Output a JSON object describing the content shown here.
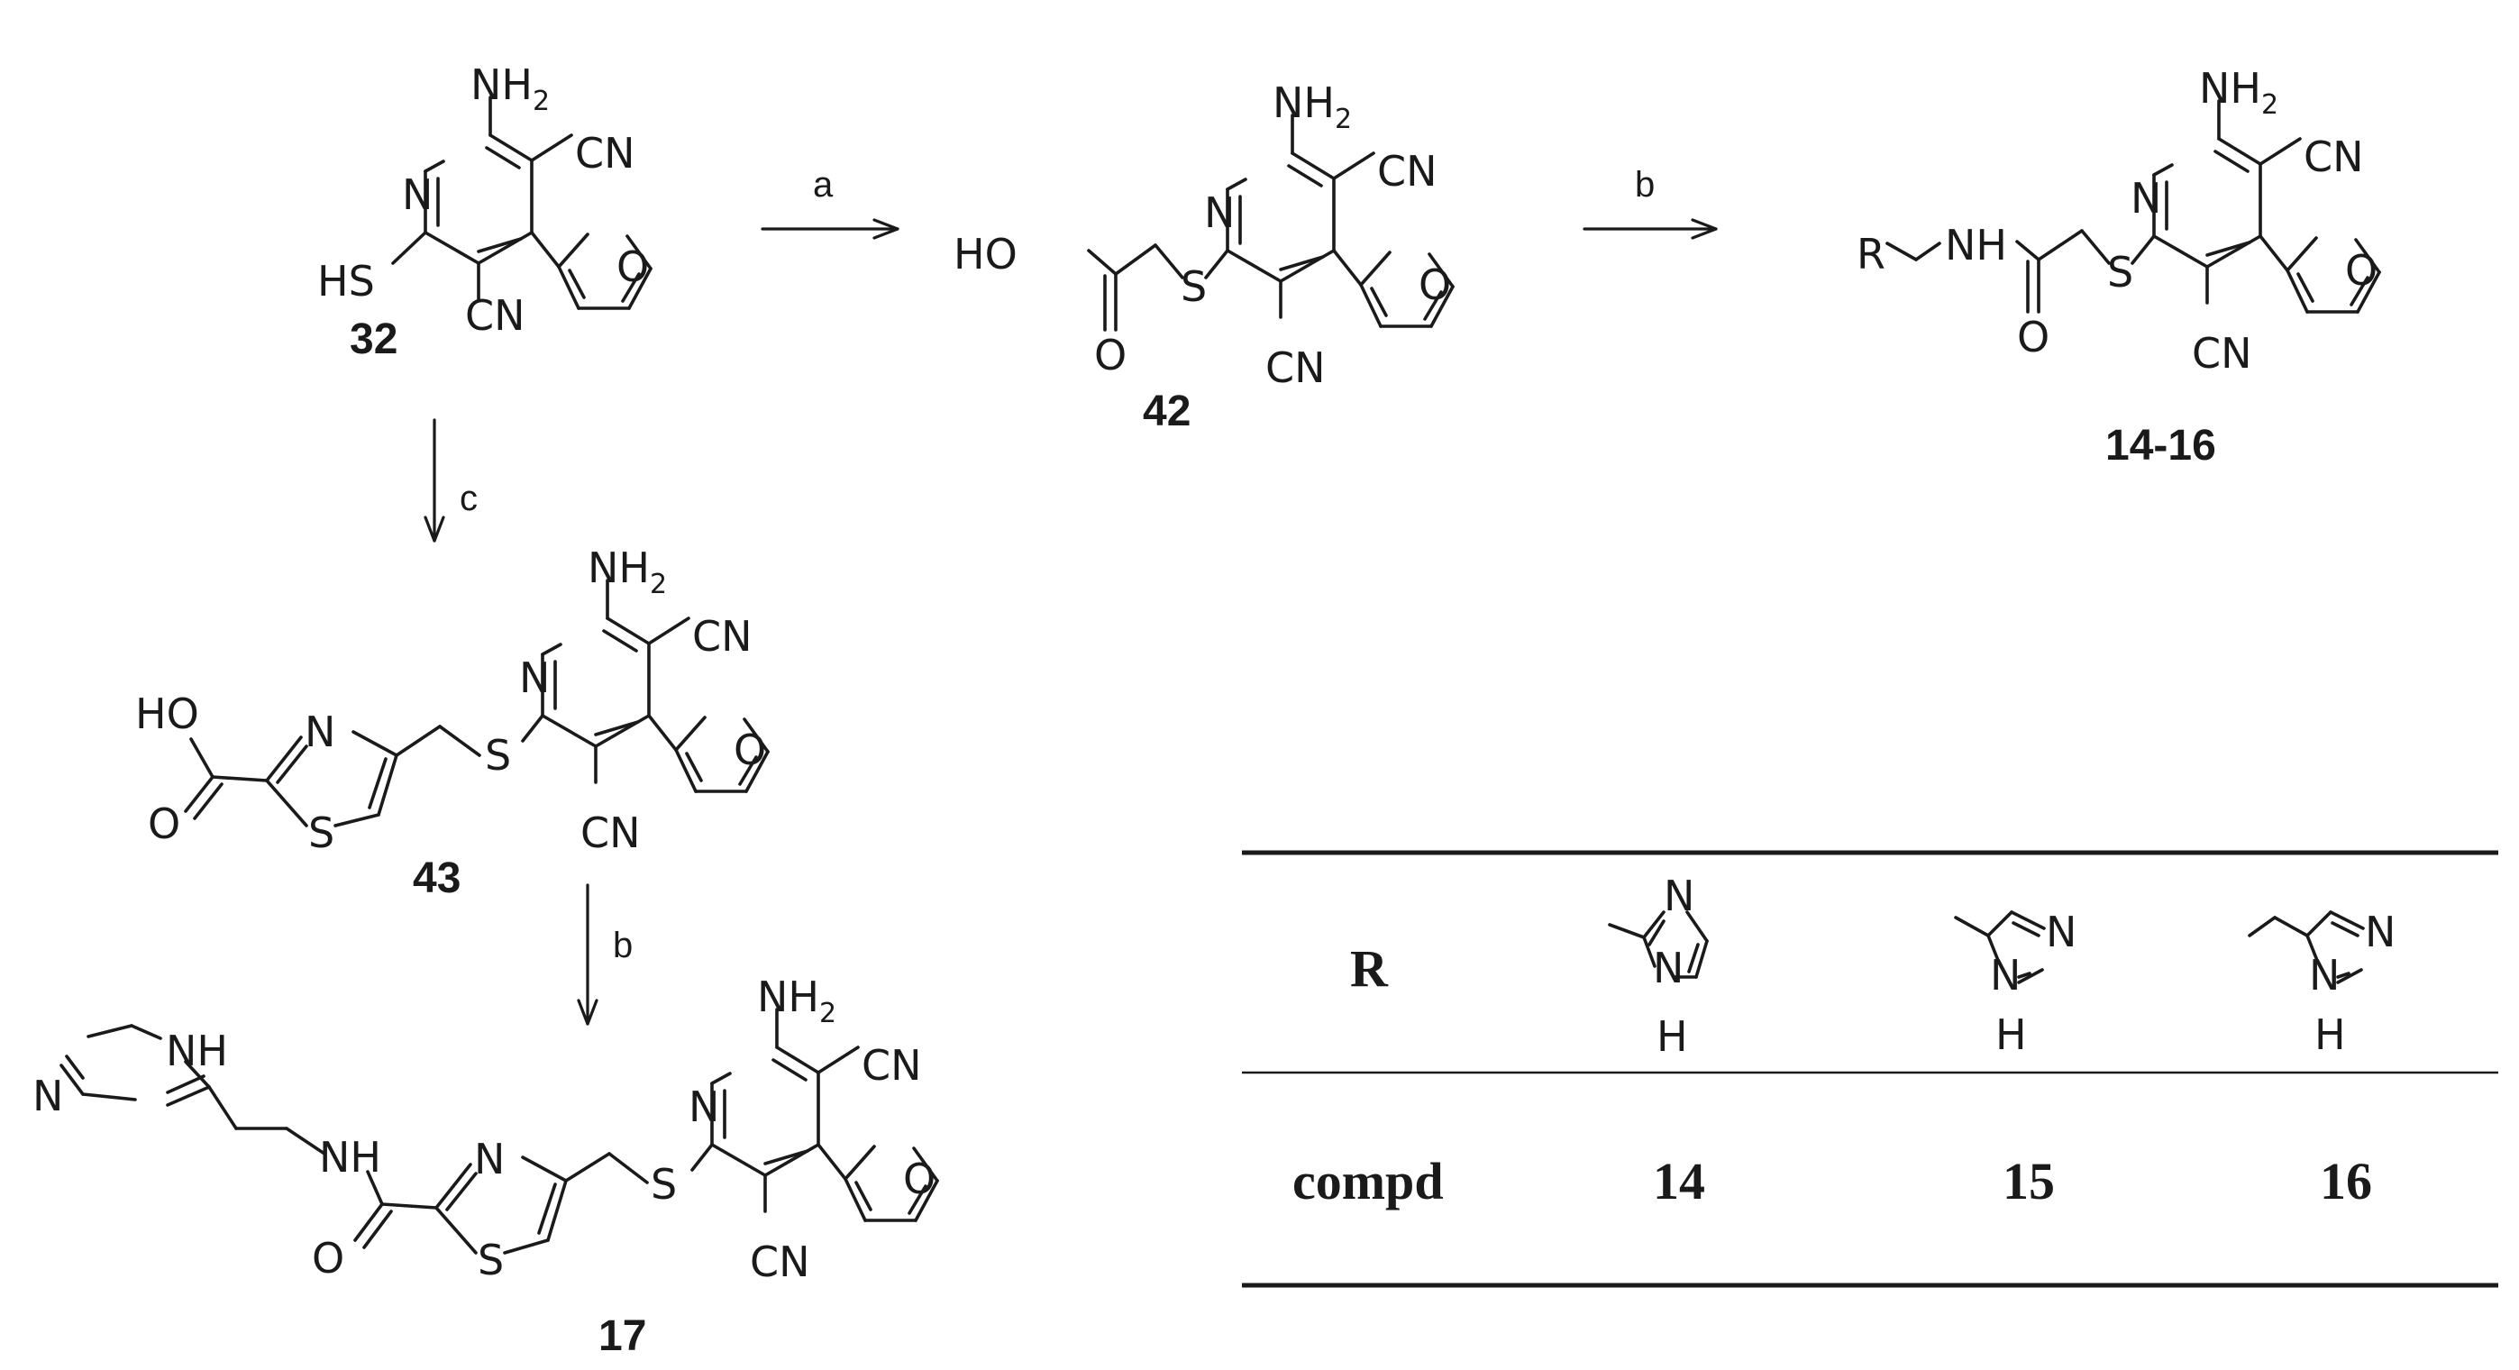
{
  "reagent_labels": {
    "a": "a",
    "b1": "b",
    "c": "c",
    "b2": "b"
  },
  "compounds": {
    "c32": "32",
    "c42": "42",
    "c1416": "14-16",
    "c43": "43",
    "c17": "17"
  },
  "atoms": {
    "NH": "NH",
    "two": "2",
    "CN": "CN",
    "N": "N",
    "O": "O",
    "S": "S",
    "HS": "HS",
    "HO": "HO",
    "R": "R",
    "H": "H"
  },
  "table": {
    "row1_header": "R",
    "row2_header": "compd",
    "values": [
      "14",
      "15",
      "16"
    ],
    "substituent_atoms": {
      "N": "N",
      "H": "H"
    }
  }
}
